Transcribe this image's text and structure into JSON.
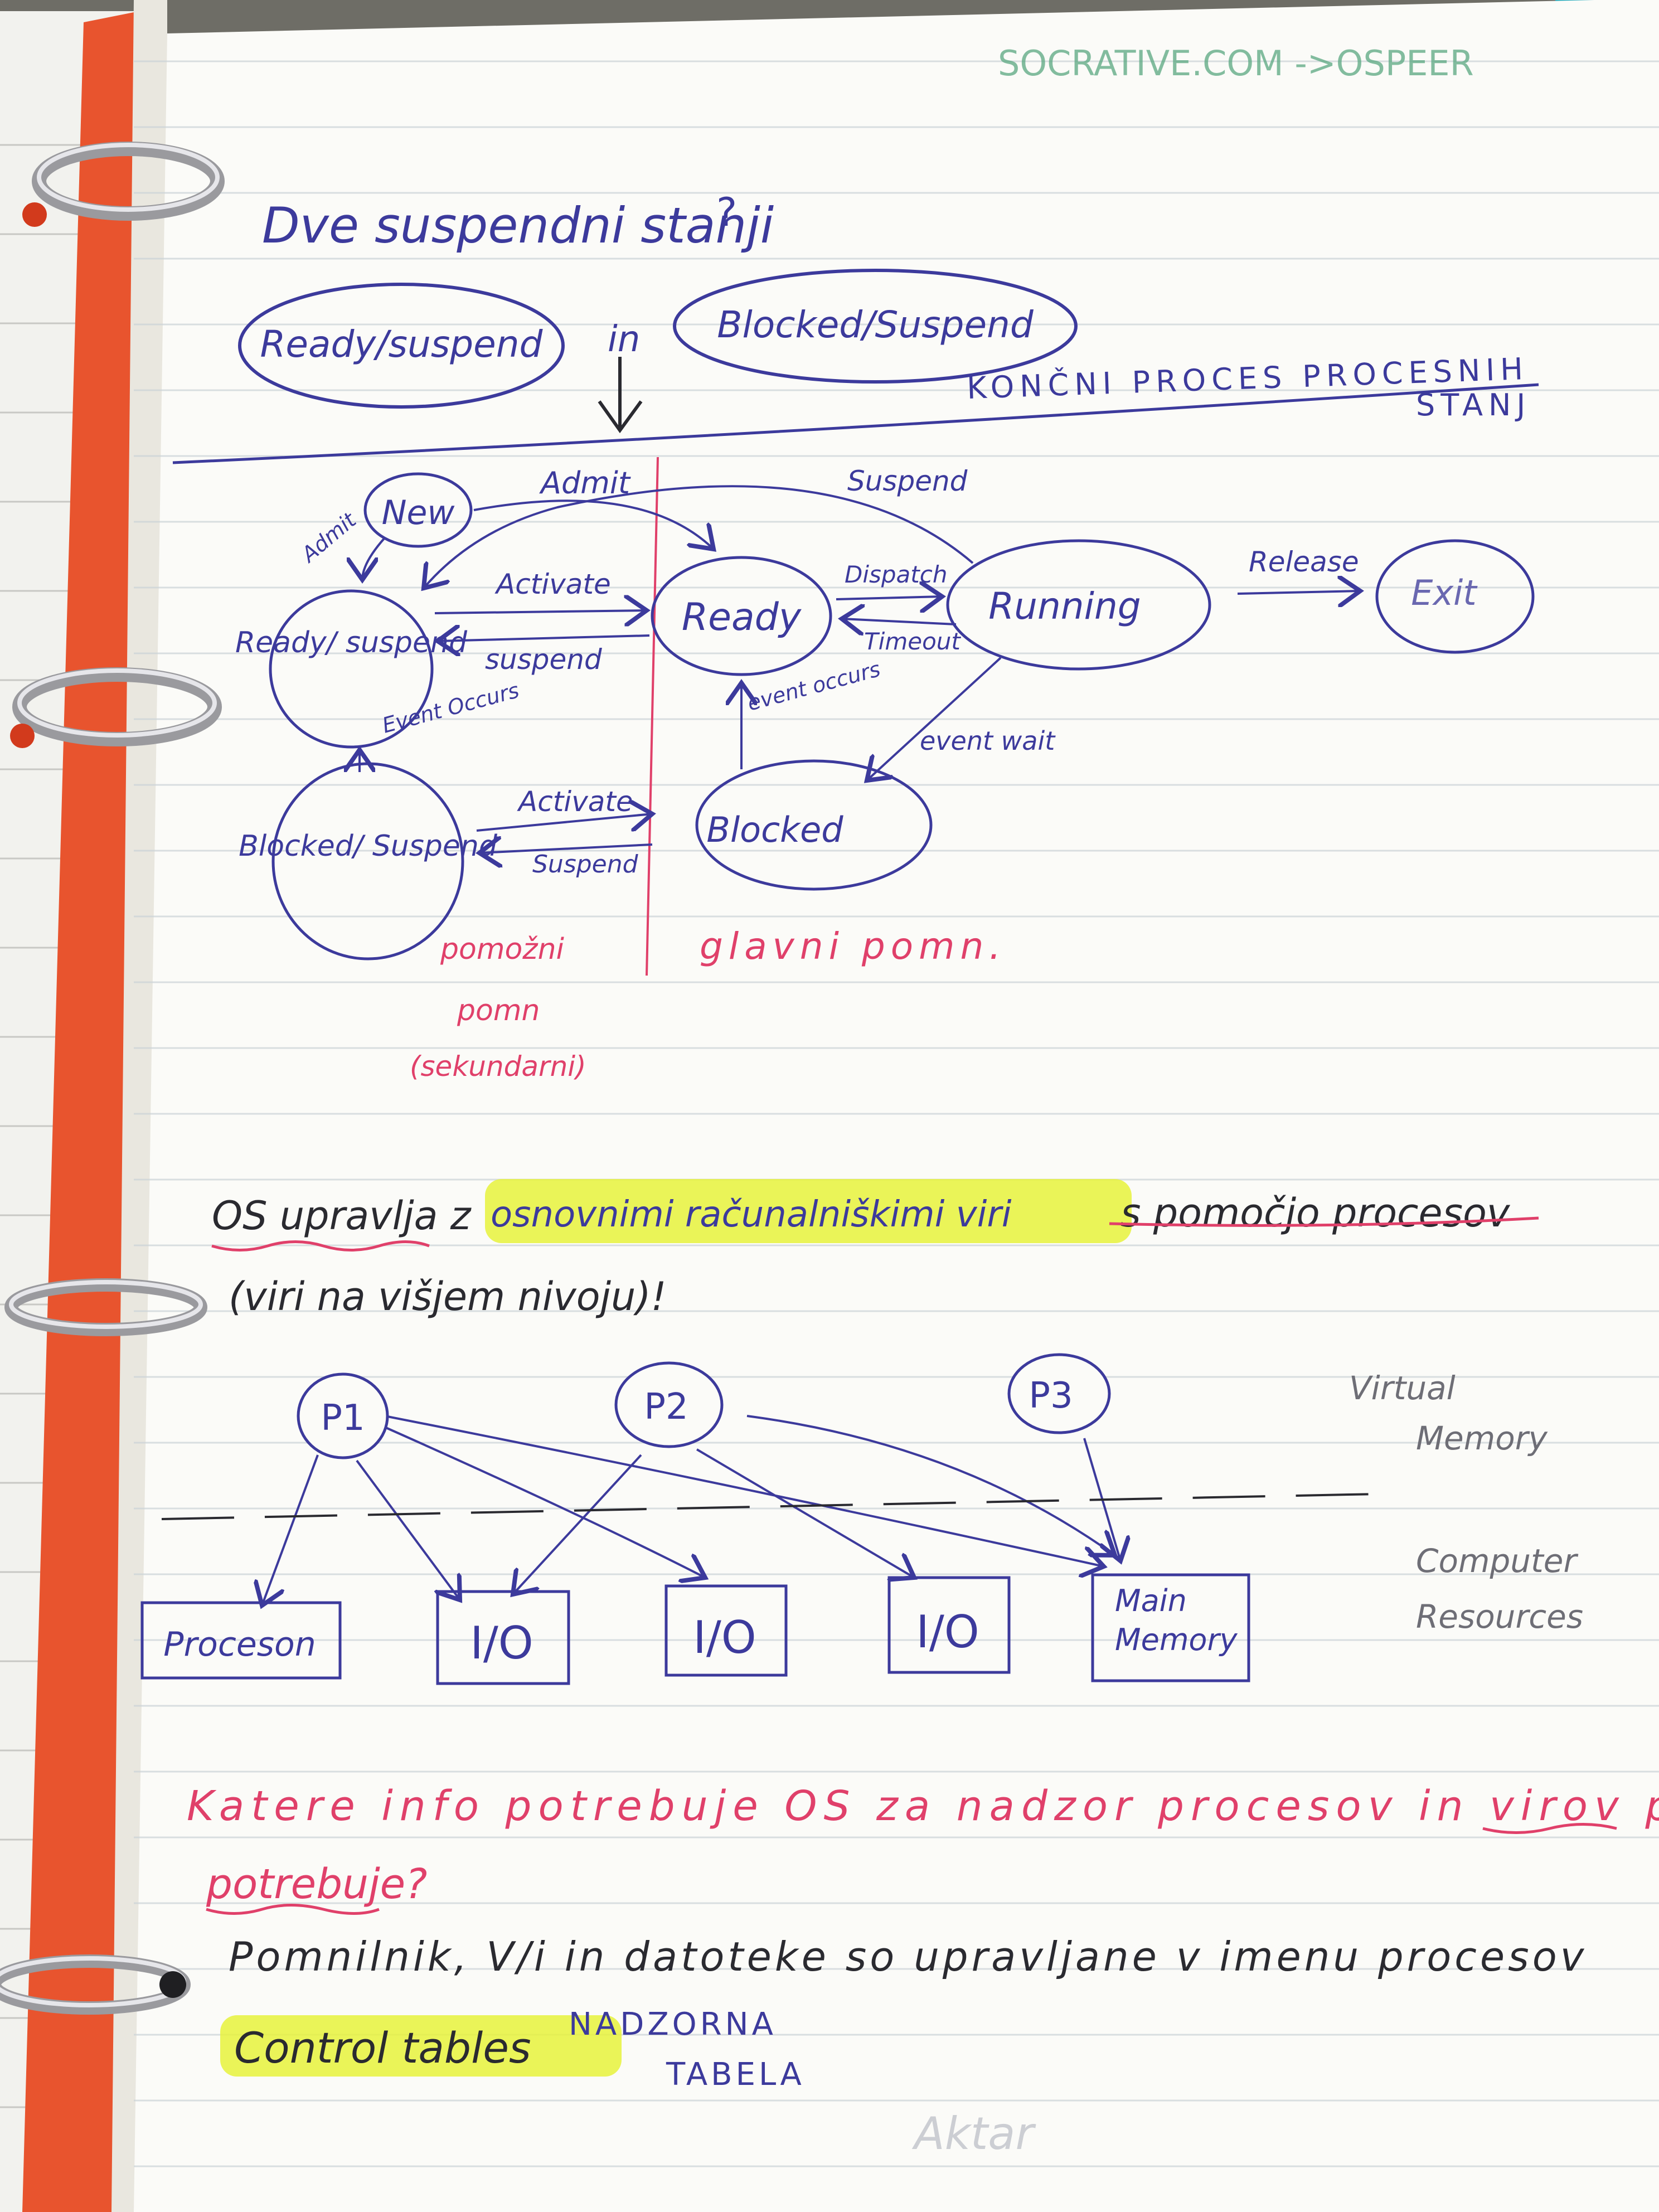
{
  "colors": {
    "blue_ink": "#3c3a9c",
    "pink_ink": "#e0406a",
    "green_ink": "#5aa880",
    "black_ink": "#2a2a30",
    "highlight": "#e6f23c",
    "binder_orange": "#e8542e",
    "cyan_card": "#1aa6b8"
  },
  "header": {
    "corner_note": "SOCRATIVE.COM ->OSPEER"
  },
  "top_section": {
    "title": "Dve suspendni stanji",
    "state_a": "Ready/suspend",
    "connector": "in",
    "state_b": "Blocked/Suspend",
    "heading_line1": "KONČNI PROCES PROCESNIH",
    "heading_line2": "STANJ"
  },
  "diagram": {
    "states": {
      "new": "New",
      "ready_suspend": "Ready/ suspend",
      "blocked_suspend": "Blocked/ Suspend",
      "ready": "Ready",
      "running": "Running",
      "blocked": "Blocked",
      "exit": "Exit"
    },
    "transitions": {
      "admit_top": "Admit",
      "admit_left": "Admit",
      "suspend_top": "Suspend",
      "activate_1": "Activate",
      "suspend_1": "suspend",
      "dispatch": "Dispatch",
      "timeout": "Timeout",
      "release": "Release",
      "event_occurs_1": "event occurs",
      "event_wait": "event wait",
      "event_occurs_2": "Event Occurs",
      "activate_2": "Activate",
      "suspend_2": "Suspend"
    },
    "regions": {
      "secondary_line1": "pomožni",
      "secondary_line2": "pomn",
      "secondary_line3": "(sekundarni)",
      "main": "glavni pomn."
    }
  },
  "middle_section": {
    "line1_a": "OS upravlja z",
    "line1_highlight": "osnovnimi računalniškimi viri",
    "line1_b": "s pomočjo procesov",
    "line2": "(viri na višjem nivoju)!"
  },
  "resources": {
    "p1": "P1",
    "p2": "P2",
    "p3": "P3",
    "virtual_label_1": "Virtual",
    "virtual_label_2": "Memory",
    "computer_label_1": "Computer",
    "computer_label_2": "Resources",
    "box_processor": "Proceson",
    "box_io_1": "I/O",
    "box_io_2": "I/O",
    "box_io_3": "I/O",
    "box_memory_1": "Main",
    "box_memory_2": "Memory"
  },
  "bottom_section": {
    "question_line1": "Katere info potrebuje OS za nadzor procesov in virov procesor",
    "question_line2": "potrebuje?",
    "answer_line": "Pomnilnik, V/i in datoteke so upravljane v imenu procesov",
    "control_highlight": "Control tables",
    "control_translation_1": "NADZORNA",
    "control_translation_2": "TABELA",
    "watermark": "Aktar"
  }
}
